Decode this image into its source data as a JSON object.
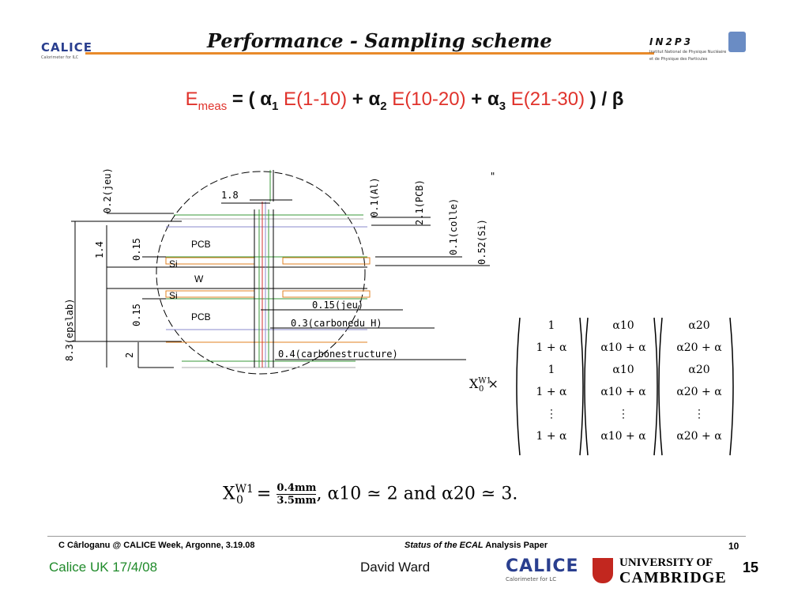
{
  "header": {
    "logo_left": {
      "name": "CALICE",
      "sub": "Calorimeter for ILC"
    },
    "title": "Performance  - Sampling scheme",
    "logo_right": {
      "name": "IN2P3",
      "sub1": "Institut National de Physique Nucléaire",
      "sub2": "et de Physique des Particules"
    }
  },
  "formula": {
    "emeas": "E",
    "emeas_sub": "meas",
    "eq": " = ( ",
    "a1": "α",
    "a1_sub": "1",
    "e1": " E(1-10)",
    "plus1": " + ",
    "a2": "α",
    "a2_sub": "2",
    "e2": " E(10-20)",
    "plus2": " + ",
    "a3": "α",
    "a3_sub": "3",
    "e3": " E(21-30)",
    "tail": " ) / β"
  },
  "diagram": {
    "labels": {
      "jeu_top": "0.2(jeu)",
      "d18": "1.8",
      "al": "0.1(Al)",
      "pcb_dim": "2.1(PCB)",
      "colle": "0.1(colle)",
      "si_dim": "0.52(Si)",
      "epslab": "8.3(epslab)",
      "d14": "1.4",
      "d015a": "0.15",
      "d015b": "0.15",
      "d2": "2",
      "pcb_top": "PCB",
      "si_top": "Si",
      "w": "W",
      "si_bot": "Si",
      "pcb_bot": "PCB",
      "jeu_right": "0.15(jeu)",
      "carbone_duh": "0.3(carbonedu H)",
      "carbone_struct": "0.4(carbonestructure)",
      "quote": "\""
    }
  },
  "matrix": {
    "x0": "X",
    "x0_sup": "W1",
    "x0_sub": "0",
    "times": "×",
    "col1": [
      "1",
      "1 + α",
      "1",
      "1 + α",
      "⋮",
      "1 + α"
    ],
    "col2": [
      "α10",
      "α10 + α",
      "α10",
      "α10 + α",
      "⋮",
      "α10 + α"
    ],
    "col3": [
      "α20",
      "α20 + α",
      "α20",
      "α20 + α",
      "⋮",
      "α20 + α"
    ]
  },
  "bottom_formula": {
    "lhs": "X",
    "lhs_sup": "W1",
    "lhs_sub": "0",
    "eq": " = ",
    "num": "0.4mm",
    "den": "3.5mm",
    "rest": ", α10 ≃ 2 and α20 ≃ 3."
  },
  "footer": {
    "credit": "C Cârloganu @ CALICE Week, Argonne,  3.19.08",
    "status_pre": "Status of the ECAL",
    "status_post": " Analysis Paper",
    "inner_page": "10",
    "left_note": "Calice UK 17/4/08",
    "author": "David Ward",
    "calice_logo": "CALICE",
    "calice_sub": "Calorimeter for LC",
    "cambridge_l1": "UNIVERSITY OF",
    "cambridge_l2": "CAMBRIDGE",
    "slide_number": "15"
  },
  "colors": {
    "title_line": "#e98a2a",
    "red": "#e0332c",
    "green_note": "#1f8a2a"
  }
}
